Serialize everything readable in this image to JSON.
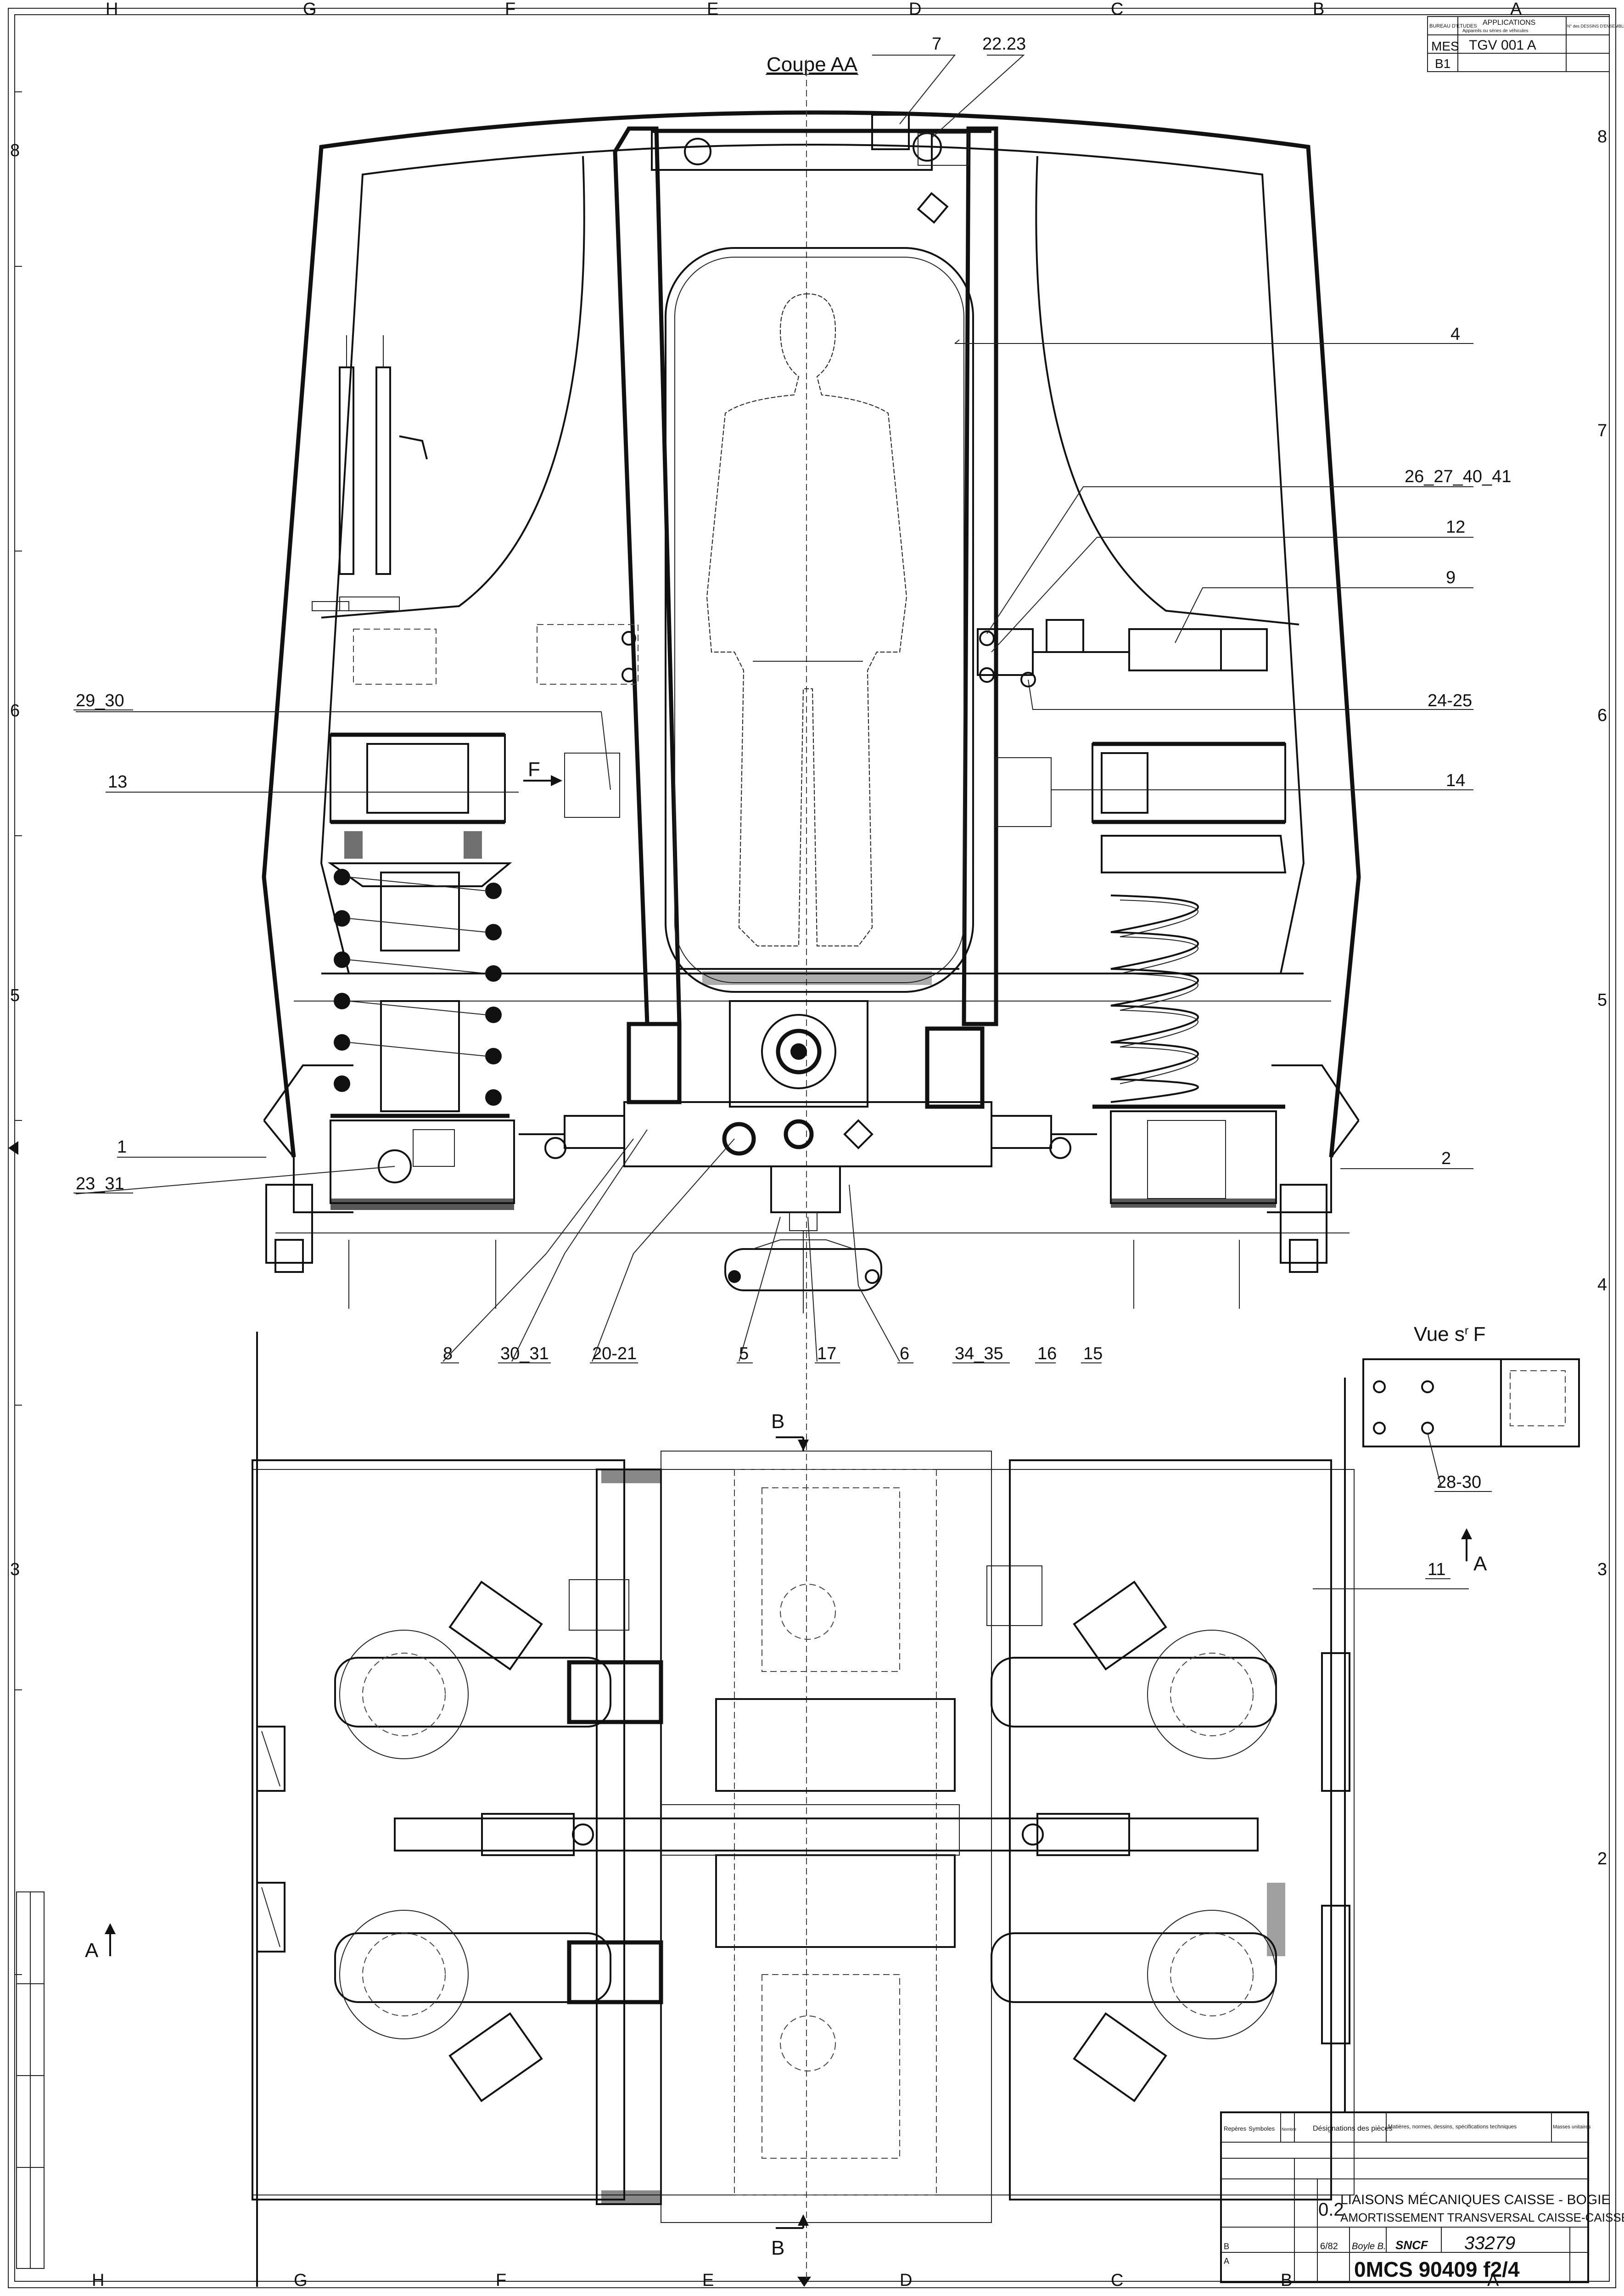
{
  "section_title": "Coupe AA",
  "view_f_title": "Vue s",
  "view_f_sup": "r",
  "view_f_letter": "F",
  "arrow_f": "F",
  "section_marks": {
    "a_left": "A",
    "a_right": "A",
    "b_top": "B",
    "b_bottom": "B"
  },
  "callouts": {
    "c7": "7",
    "c22_23": "22.23",
    "c4": "4",
    "c26": "26_27_40_41",
    "c12": "12",
    "c9": "9",
    "c29_30": "29_30",
    "c24_25": "24-25",
    "c13": "13",
    "c14": "14",
    "c1": "1",
    "c2": "2",
    "c23_31": "23_31",
    "c8": "8",
    "c30_31": "30_31",
    "c20_21": "20-21",
    "c5": "5",
    "c17": "17",
    "c6": "6",
    "c34_35": "34_35",
    "c16": "16",
    "c15": "15",
    "c28_30": "28-30",
    "c11": "11"
  },
  "top_box": {
    "col1": "BUREAU D'ETUDES",
    "col2": "APPLICATIONS",
    "col2_sub": "Appareils ou séries de véhicules",
    "col3": "N° des DESSINS D'ENSEMBLES",
    "row_code": "MES",
    "row_code2": "B1",
    "row_app": "TGV 001 A"
  },
  "title_block": {
    "col_reperes": "Repères",
    "col_symboles": "Symboles",
    "col_nombre": "Nombre",
    "col_designations": "Désignations des pièces",
    "col_matieres": "Matières, normes, dessins, spécifications techniques",
    "col_masses": "Masses unitaires",
    "zone": "0.2",
    "title_line1": "LIAISONS MÉCANIQUES CAISSE - BOGIE",
    "title_line2": "AMORTISSEMENT TRANSVERSAL CAISSE-CAISSE",
    "number_handwritten": "33279",
    "drawing_number": "0MCS 90409 f2/4",
    "brand": "SNCF",
    "date": "6/82",
    "author": "Boyle B.",
    "revision_b": "B",
    "revision_a": "A"
  },
  "grid_letters": [
    "H",
    "G",
    "F",
    "E",
    "D",
    "C",
    "B",
    "A"
  ],
  "grid_numbers": [
    "8",
    "7",
    "6",
    "5",
    "4",
    "3",
    "2"
  ]
}
